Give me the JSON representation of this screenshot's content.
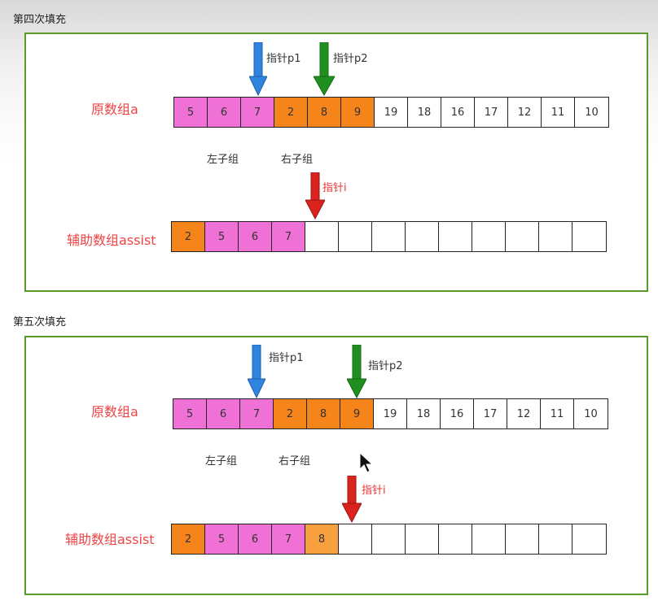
{
  "panels": [
    {
      "title": "第四次填充",
      "original_label": "原数组a",
      "original_cells": [
        {
          "v": "5",
          "c": "pink"
        },
        {
          "v": "6",
          "c": "pink"
        },
        {
          "v": "7",
          "c": "pink"
        },
        {
          "v": "2",
          "c": "orange"
        },
        {
          "v": "8",
          "c": "orange"
        },
        {
          "v": "9",
          "c": "orange"
        },
        {
          "v": "19",
          "c": "white"
        },
        {
          "v": "18",
          "c": "white"
        },
        {
          "v": "16",
          "c": "white"
        },
        {
          "v": "17",
          "c": "white"
        },
        {
          "v": "12",
          "c": "white"
        },
        {
          "v": "11",
          "c": "white"
        },
        {
          "v": "10",
          "c": "white"
        }
      ],
      "left_group": "左子组",
      "right_group": "右子组",
      "p1_label": "指针p1",
      "p2_label": "指针p2",
      "i_label": "指针i",
      "assist_label": "辅助数组assist",
      "assist_cells": [
        {
          "v": "2",
          "c": "orange"
        },
        {
          "v": "5",
          "c": "pink"
        },
        {
          "v": "6",
          "c": "pink"
        },
        {
          "v": "7",
          "c": "pink"
        },
        {
          "v": "",
          "c": "white"
        },
        {
          "v": "",
          "c": "white"
        },
        {
          "v": "",
          "c": "white"
        },
        {
          "v": "",
          "c": "white"
        },
        {
          "v": "",
          "c": "white"
        },
        {
          "v": "",
          "c": "white"
        },
        {
          "v": "",
          "c": "white"
        },
        {
          "v": "",
          "c": "white"
        },
        {
          "v": "",
          "c": "white"
        }
      ]
    },
    {
      "title": "第五次填充",
      "original_label": "原数组a",
      "original_cells": [
        {
          "v": "5",
          "c": "pink"
        },
        {
          "v": "6",
          "c": "pink"
        },
        {
          "v": "7",
          "c": "pink"
        },
        {
          "v": "2",
          "c": "orange"
        },
        {
          "v": "8",
          "c": "orange"
        },
        {
          "v": "9",
          "c": "orange"
        },
        {
          "v": "19",
          "c": "white"
        },
        {
          "v": "18",
          "c": "white"
        },
        {
          "v": "16",
          "c": "white"
        },
        {
          "v": "17",
          "c": "white"
        },
        {
          "v": "12",
          "c": "white"
        },
        {
          "v": "11",
          "c": "white"
        },
        {
          "v": "10",
          "c": "white"
        }
      ],
      "left_group": "左子组",
      "right_group": "右子组",
      "p1_label": "指针p1",
      "p2_label": "指针p2",
      "i_label": "指针i",
      "assist_label": "辅助数组assist",
      "assist_cells": [
        {
          "v": "2",
          "c": "orange"
        },
        {
          "v": "5",
          "c": "pink"
        },
        {
          "v": "6",
          "c": "pink"
        },
        {
          "v": "7",
          "c": "pink"
        },
        {
          "v": "8",
          "c": "lightorange"
        },
        {
          "v": "",
          "c": "white"
        },
        {
          "v": "",
          "c": "white"
        },
        {
          "v": "",
          "c": "white"
        },
        {
          "v": "",
          "c": "white"
        },
        {
          "v": "",
          "c": "white"
        },
        {
          "v": "",
          "c": "white"
        },
        {
          "v": "",
          "c": "white"
        },
        {
          "v": "",
          "c": "white"
        }
      ]
    }
  ],
  "colors": {
    "pink": "#f071d6",
    "orange": "#f5841a",
    "lightorange": "#f7a03f",
    "p1_arrow": "#2f84e0",
    "p2_arrow": "#1f8f1f",
    "i_arrow": "#d9231c",
    "panel_border": "#5a9a2a",
    "label_red": "#ee4444"
  },
  "icons": {
    "p1": "down-arrow-icon",
    "p2": "down-arrow-icon",
    "i": "down-arrow-icon",
    "cursor": "mouse-cursor-icon"
  }
}
